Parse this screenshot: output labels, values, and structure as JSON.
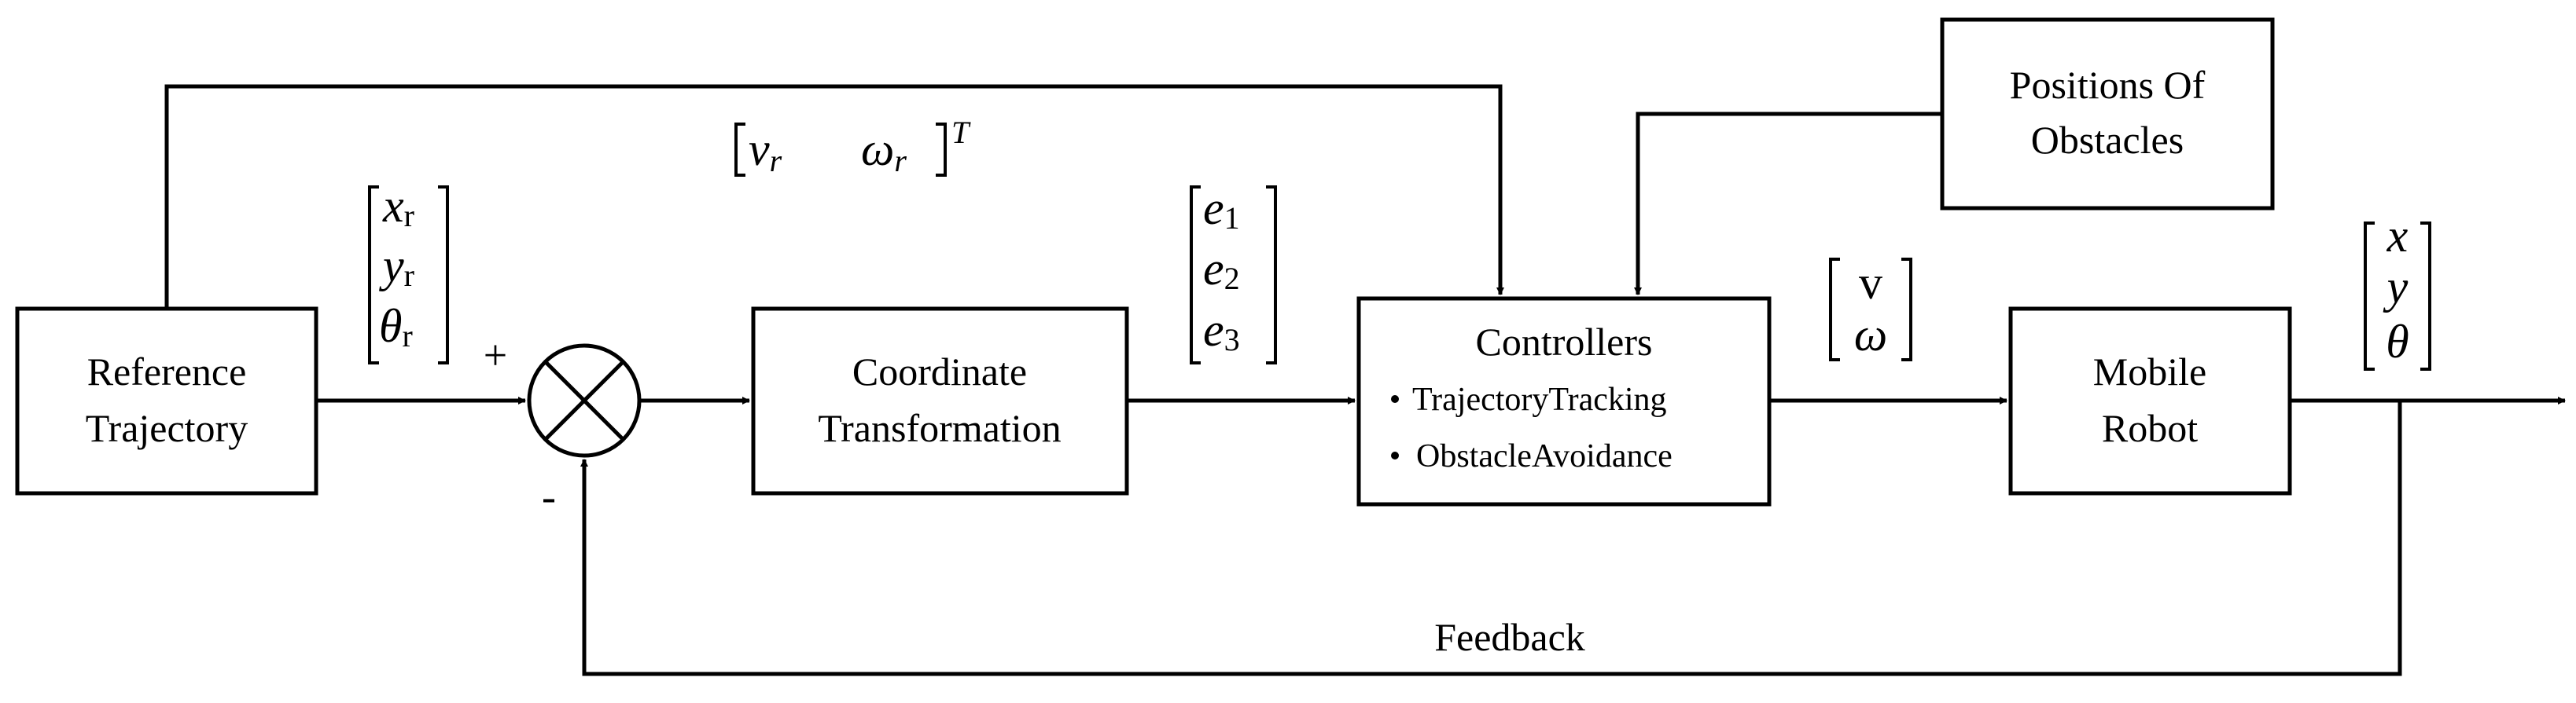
{
  "blocks": {
    "reference": {
      "line1": "Reference",
      "line2": "Trajectory"
    },
    "coordinate": {
      "line1": "Coordinate",
      "line2": "Transformation"
    },
    "controllers": {
      "title": "Controllers",
      "bullet1": "TrajectoryTracking",
      "bullet2": "ObstacleAvoidance"
    },
    "robot": {
      "line1": "Mobile",
      "line2": "Robot"
    },
    "obstacles": {
      "line1": "Positions Of",
      "line2": "Obstacles"
    }
  },
  "summing_junction": {
    "symbol": "⊗",
    "plus_sign": "+",
    "minus_sign": "-"
  },
  "signals": {
    "reference_vector": {
      "x": "x",
      "x_sub": "r",
      "y": "y",
      "y_sub": "r",
      "theta": "θ",
      "theta_sub": "r"
    },
    "velocity_ref": {
      "v": "v",
      "v_sub": "r",
      "w": "ω",
      "w_sub": "r",
      "transpose": "T"
    },
    "error_vector": {
      "e1": "e",
      "e1_sub": "1",
      "e2": "e",
      "e2_sub": "2",
      "e3": "e",
      "e3_sub": "3"
    },
    "control_vector": {
      "v": "v",
      "w": "ω"
    },
    "output_vector": {
      "x": "x",
      "y": "y",
      "theta": "θ"
    },
    "feedback_label": "Feedback"
  }
}
